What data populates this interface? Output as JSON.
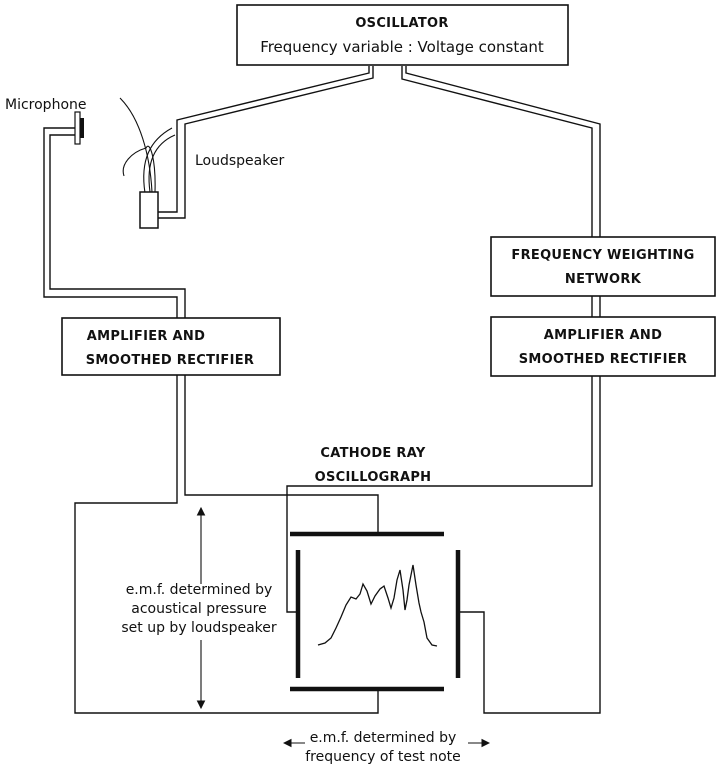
{
  "oscillator": {
    "title": "OSCILLATOR",
    "subtitle": "Frequency variable : Voltage constant"
  },
  "microphone_label": "Microphone",
  "loudspeaker_label": "Loudspeaker",
  "weighting_network": {
    "line1": "FREQUENCY WEIGHTING",
    "line2": "NETWORK"
  },
  "amplifier_left": {
    "line1": "AMPLIFIER AND",
    "line2": "SMOOTHED RECTIFIER"
  },
  "amplifier_right": {
    "line1": "AMPLIFIER AND",
    "line2": "SMOOTHED RECTIFIER"
  },
  "oscillograph": {
    "line1": "CATHODE RAY",
    "line2": "OSCILLOGRAPH"
  },
  "vertical_emf_note": {
    "line1": "e.m.f. determined by",
    "line2": "acoustical pressure",
    "line3": "set up by loudspeaker"
  },
  "horizontal_emf_note": {
    "line1": "e.m.f. determined by",
    "line2": "frequency of test note"
  }
}
